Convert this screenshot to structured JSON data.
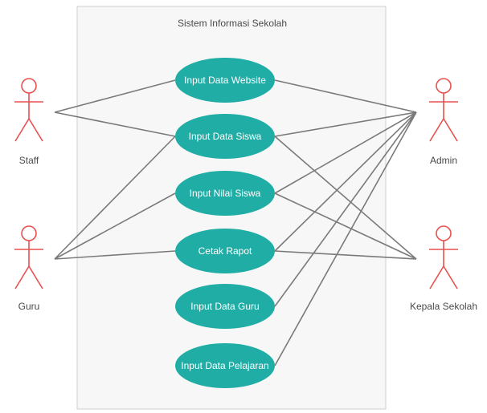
{
  "system": {
    "title": "Sistem Informasi Sekolah"
  },
  "colors": {
    "usecase": "#1fada5",
    "actor": "#e8514f",
    "line": "#7a7a7a",
    "boundary": "#cfcfcf",
    "boundary_fill": "#f7f7f7"
  },
  "actors": [
    {
      "id": "staff",
      "name": "Staff"
    },
    {
      "id": "guru",
      "name": "Guru"
    },
    {
      "id": "admin",
      "name": "Admin"
    },
    {
      "id": "kepsek",
      "name": "Kepala Sekolah"
    }
  ],
  "usecases": [
    {
      "id": "uc1",
      "label": "Input Data Website"
    },
    {
      "id": "uc2",
      "label": "Input Data Siswa"
    },
    {
      "id": "uc3",
      "label": "Input Nilai Siswa"
    },
    {
      "id": "uc4",
      "label": "Cetak Rapot"
    },
    {
      "id": "uc5",
      "label": "Input Data Guru"
    },
    {
      "id": "uc6",
      "label": "Input Data Pelajaran"
    }
  ],
  "associations": [
    [
      "staff",
      "uc1"
    ],
    [
      "staff",
      "uc2"
    ],
    [
      "guru",
      "uc2"
    ],
    [
      "guru",
      "uc3"
    ],
    [
      "guru",
      "uc4"
    ],
    [
      "admin",
      "uc1"
    ],
    [
      "admin",
      "uc2"
    ],
    [
      "admin",
      "uc3"
    ],
    [
      "admin",
      "uc4"
    ],
    [
      "admin",
      "uc5"
    ],
    [
      "admin",
      "uc6"
    ],
    [
      "kepsek",
      "uc2"
    ],
    [
      "kepsek",
      "uc3"
    ],
    [
      "kepsek",
      "uc4"
    ]
  ]
}
